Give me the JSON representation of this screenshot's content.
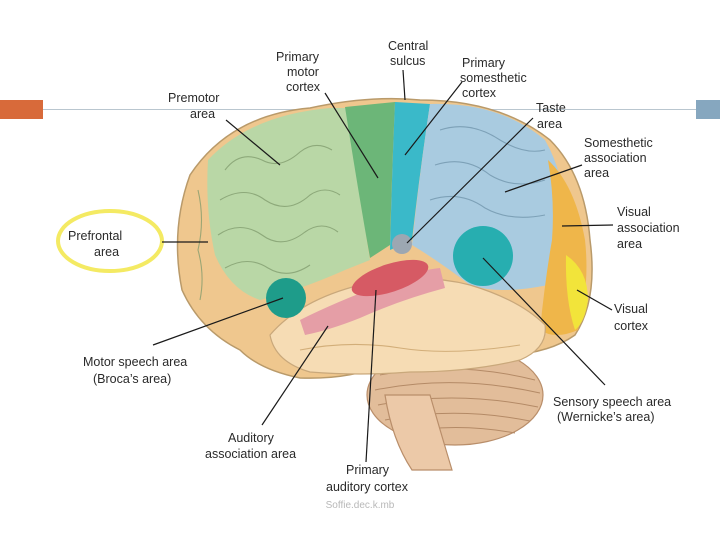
{
  "labels": {
    "central_sulcus": [
      "Central",
      "sulcus"
    ],
    "primary_motor_cortex": [
      "Primary",
      "motor",
      "cortex"
    ],
    "primary_somesthetic_cortex": [
      "Primary",
      "somesthetic",
      "cortex"
    ],
    "premotor_area": [
      "Premotor",
      "area"
    ],
    "taste_area": [
      "Taste",
      "area"
    ],
    "somesthetic_association_area": [
      "Somesthetic",
      "association",
      "area"
    ],
    "prefrontal_area": [
      "Prefrontal",
      "area"
    ],
    "visual_association_area": [
      "Visual",
      "association",
      "area"
    ],
    "visual_cortex": [
      "Visual",
      "cortex"
    ],
    "motor_speech_area": [
      "Motor speech area",
      "(Broca’s area)"
    ],
    "sensory_speech_area": [
      "Sensory speech area",
      "(Wernicke’s area)"
    ],
    "auditory_association_area": [
      "Auditory",
      "association area"
    ],
    "primary_auditory_cortex": [
      "Primary",
      "auditory cortex"
    ]
  },
  "footer": "Soffie.dec.k.mb",
  "colors": {
    "accent_left": "#d86a3a",
    "accent_right": "#86a7bf",
    "prefrontal_highlight": "#f4ea63"
  }
}
